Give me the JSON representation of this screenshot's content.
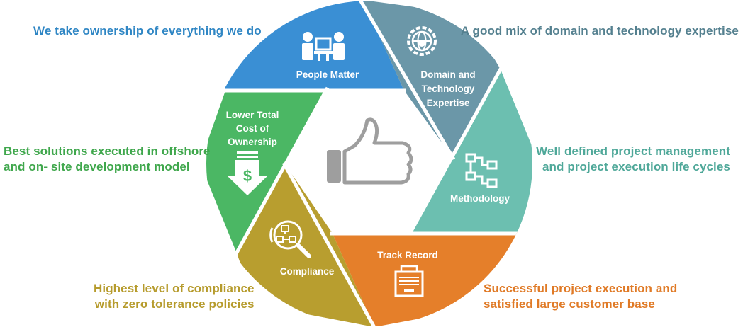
{
  "segments": [
    {
      "id": "people",
      "label_lines": [
        "People Matter"
      ],
      "icon": "people-meeting-icon",
      "color": "#3a8fd4",
      "caption_lines": [
        "We take ownership of everything we do"
      ],
      "caption_color": "#2f86c4"
    },
    {
      "id": "domain",
      "label_lines": [
        "Domain and",
        "Technology",
        "Expertise"
      ],
      "icon": "globe-gear-icon",
      "color": "#6b97a8",
      "caption_lines": [
        "A good mix of domain and technology expertise"
      ],
      "caption_color": "#54808f"
    },
    {
      "id": "methodology",
      "label_lines": [
        "Methodology"
      ],
      "icon": "flowchart-icon",
      "color": "#6cbfb0",
      "caption_lines": [
        "Well defined project management",
        "and project execution life cycles"
      ],
      "caption_color": "#4fa899"
    },
    {
      "id": "track",
      "label_lines": [
        "Track Record"
      ],
      "icon": "file-drawer-icon",
      "color": "#e57f2a",
      "caption_lines": [
        "Successful project execution and",
        "satisfied large customer base"
      ],
      "caption_color": "#e07a26"
    },
    {
      "id": "compliance",
      "label_lines": [
        "Compliance"
      ],
      "icon": "magnifier-process-icon",
      "color": "#b89e2f",
      "caption_lines": [
        "Highest level of compliance",
        "with zero tolerance policies"
      ],
      "caption_color": "#b69b2c"
    },
    {
      "id": "cost",
      "label_lines": [
        "Lower Total",
        "Cost of",
        "Ownership"
      ],
      "icon": "dollar-down-arrow-icon",
      "color": "#4bb764",
      "caption_lines": [
        "Best solutions executed in offshore",
        "and on- site development model"
      ],
      "caption_color": "#3fa74c"
    }
  ],
  "center_icon": "thumbs-up-icon"
}
